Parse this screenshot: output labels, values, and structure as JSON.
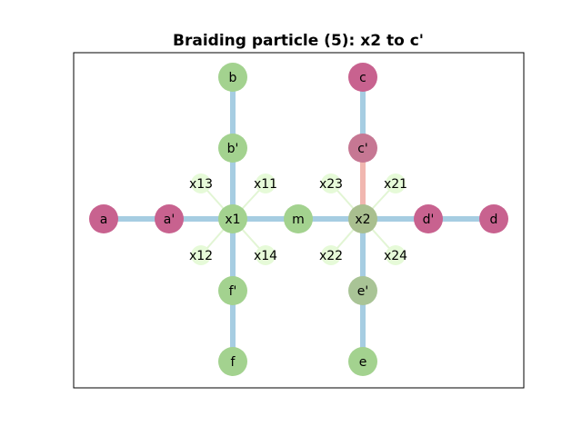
{
  "title": "Braiding particle (5): x2 to c'",
  "colors": {
    "edge": "#a6cde2",
    "edge_highlight": "#f1b7b0",
    "edge_faint": "#e2f5d4",
    "node_green": "#a3d28f",
    "node_magenta": "#c8628f",
    "node_pale": "#e6fad8",
    "node_c_prime": "#c67793",
    "node_x2": "#a9bf8f",
    "node_e_prime": "#a9c496",
    "frame": "#000000"
  },
  "nodes": [
    {
      "id": "a",
      "label": "a",
      "color": "magenta"
    },
    {
      "id": "ap",
      "label": "a'",
      "color": "magenta"
    },
    {
      "id": "x1",
      "label": "x1",
      "color": "green"
    },
    {
      "id": "m",
      "label": "m",
      "color": "green"
    },
    {
      "id": "x2",
      "label": "x2",
      "color": "x2"
    },
    {
      "id": "dp",
      "label": "d'",
      "color": "magenta"
    },
    {
      "id": "d",
      "label": "d",
      "color": "magenta"
    },
    {
      "id": "b",
      "label": "b",
      "color": "green"
    },
    {
      "id": "bp",
      "label": "b'",
      "color": "green"
    },
    {
      "id": "fp",
      "label": "f'",
      "color": "green"
    },
    {
      "id": "f",
      "label": "f",
      "color": "green"
    },
    {
      "id": "c",
      "label": "c",
      "color": "magenta"
    },
    {
      "id": "cp",
      "label": "c'",
      "color": "c_prime"
    },
    {
      "id": "ep",
      "label": "e'",
      "color": "e_prime"
    },
    {
      "id": "e",
      "label": "e",
      "color": "green"
    },
    {
      "id": "x13",
      "label": "x13",
      "color": "pale"
    },
    {
      "id": "x11",
      "label": "x11",
      "color": "pale"
    },
    {
      "id": "x12",
      "label": "x12",
      "color": "pale"
    },
    {
      "id": "x14",
      "label": "x14",
      "color": "pale"
    },
    {
      "id": "x23",
      "label": "x23",
      "color": "pale"
    },
    {
      "id": "x21",
      "label": "x21",
      "color": "pale"
    },
    {
      "id": "x22",
      "label": "x22",
      "color": "pale"
    },
    {
      "id": "x24",
      "label": "x24",
      "color": "pale"
    }
  ],
  "edges": [
    {
      "from": "a",
      "to": "ap",
      "style": "thick"
    },
    {
      "from": "ap",
      "to": "x1",
      "style": "thick"
    },
    {
      "from": "x1",
      "to": "m",
      "style": "thick"
    },
    {
      "from": "m",
      "to": "x2",
      "style": "thick"
    },
    {
      "from": "x2",
      "to": "dp",
      "style": "thick"
    },
    {
      "from": "dp",
      "to": "d",
      "style": "thick"
    },
    {
      "from": "b",
      "to": "bp",
      "style": "thick"
    },
    {
      "from": "bp",
      "to": "x1",
      "style": "thick"
    },
    {
      "from": "x1",
      "to": "fp",
      "style": "thick"
    },
    {
      "from": "fp",
      "to": "f",
      "style": "thick"
    },
    {
      "from": "c",
      "to": "cp",
      "style": "thick"
    },
    {
      "from": "cp",
      "to": "x2",
      "style": "highlight"
    },
    {
      "from": "x2",
      "to": "ep",
      "style": "thick"
    },
    {
      "from": "ep",
      "to": "e",
      "style": "thick"
    },
    {
      "from": "x1",
      "to": "x13",
      "style": "faint"
    },
    {
      "from": "x1",
      "to": "x11",
      "style": "faint"
    },
    {
      "from": "x1",
      "to": "x12",
      "style": "faint"
    },
    {
      "from": "x1",
      "to": "x14",
      "style": "faint"
    },
    {
      "from": "x2",
      "to": "x23",
      "style": "faint"
    },
    {
      "from": "x2",
      "to": "x21",
      "style": "faint"
    },
    {
      "from": "x2",
      "to": "x22",
      "style": "faint"
    },
    {
      "from": "x2",
      "to": "x24",
      "style": "faint"
    }
  ]
}
